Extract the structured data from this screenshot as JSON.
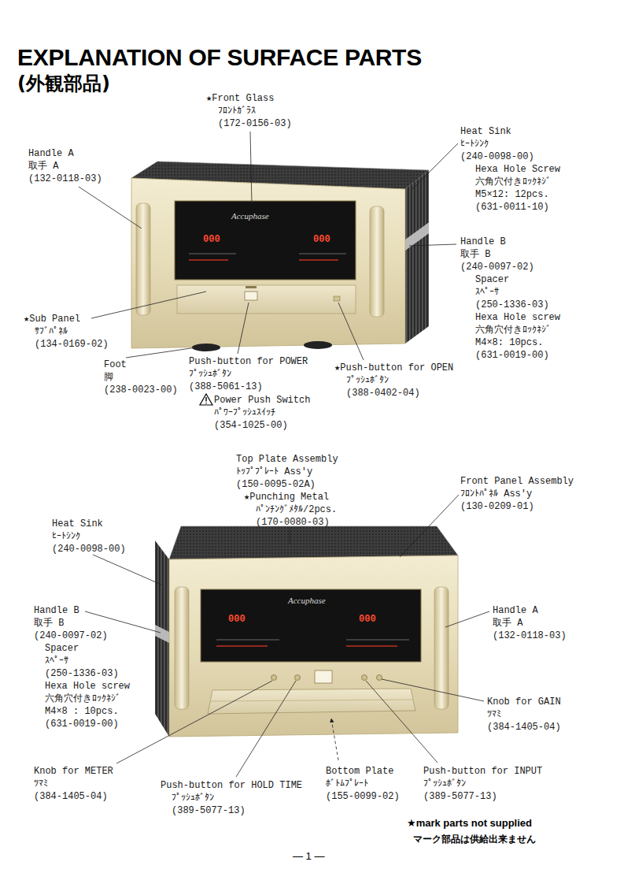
{
  "diagram": {
    "title": "EXPLANATION OF SURFACE PARTS",
    "labels": [
      "(外観部品)",
      "★Front Glass",
      "ﾌﾛﾝﾄｶﾞﾗｽ",
      "(172-0156-03)",
      "Handle A",
      "取手 A",
      "(132-0118-03)",
      "Heat Sink",
      "ﾋｰﾄｼﾝｸ",
      "(240-0098-00)",
      "Hexa Hole Screw",
      "六角穴付きﾛｯｸﾈｼﾞ",
      "M5×12: 12pcs.",
      "(631-0011-10)",
      "Handle B",
      "取手 B",
      "(240-0097-02)",
      "Spacer",
      "ｽﾍﾟｰｻ",
      "(250-1336-03)",
      "Hexa Hole screw",
      "六角穴付きﾛｯｸﾈｼﾞ",
      "M4×8: 10pcs.",
      "(631-0019-00)",
      "★Sub Panel",
      "ｻﾌﾞﾊﾟﾈﾙ",
      "(134-0169-02)",
      "Foot",
      "脚",
      "(238-0023-00)",
      "Push-button for POWER",
      "ﾌﾟｯｼｭﾎﾞﾀﾝ",
      "(388-5061-13)",
      "Power Push Switch",
      "ﾊﾟﾜｰﾌﾟｯｼｭｽｲｯﾁ",
      "(354-1025-00)",
      "★Push-button for OPEN",
      "ﾌﾟｯｼｭﾎﾞﾀﾝ",
      "(388-0402-04)",
      "Accuphase",
      "000",
      "000",
      "Top Plate Assembly",
      "ﾄｯﾌﾟﾌﾟﾚｰﾄ Ass'y",
      "(150-0095-02A)",
      "★Punching Metal",
      "ﾊﾟﾝﾁﾝｸﾞﾒﾀﾙ/2pcs.",
      "(170-0080-03)",
      "Front Panel Assembly",
      "ﾌﾛﾝﾄﾊﾟﾈﾙ Ass'y",
      "(130-0209-01)",
      "Heat Sink",
      "ﾋｰﾄｼﾝｸ",
      "(240-0098-00)",
      "Handle B",
      "取手 B",
      "(240-0097-02)",
      "Spacer",
      "ｽﾍﾟｰｻ",
      "(250-1336-03)",
      "Hexa Hole screw",
      "六角穴付きﾛｯｸﾈｼﾞ",
      "M4×8 : 10pcs.",
      "(631-0019-00)",
      "Handle A",
      "取手 A",
      "(132-0118-03)",
      "Knob for GAIN",
      "ﾂﾏﾐ",
      "(384-1405-04)",
      "Knob for METER",
      "ﾂﾏﾐ",
      "(384-1405-04)",
      "Push-button for HOLD TIME",
      "ﾌﾟｯｼｭﾎﾞﾀﾝ",
      "(389-5077-13)",
      "Bottom Plate",
      "ﾎﾞﾄﾑﾌﾟﾚｰﾄ",
      "(155-0099-02)",
      "Push-button for INPUT",
      "ﾌﾟｯｼｭﾎﾞﾀﾝ",
      "(389-5077-13)",
      "Accuphase",
      "000",
      "000",
      "★mark parts not supplied",
      "マーク部品は供給出来ません",
      "— 1 —"
    ]
  }
}
